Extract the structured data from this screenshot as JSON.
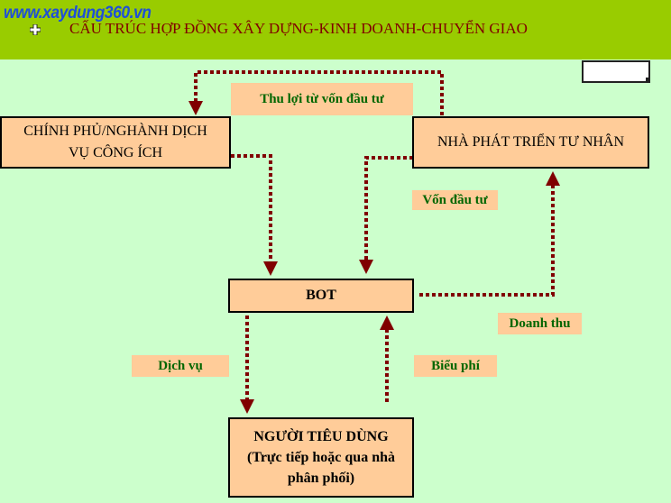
{
  "header": {
    "watermark": "www.xaydung360.vn",
    "title": "CẤU TRÚC HỢP ĐỒNG XÂY DỰNG-KINH DOANH-CHUYỂN GIAO"
  },
  "nodes": {
    "government": {
      "line1": "CHÍNH PHỦ/NGHÀNH DỊCH",
      "line2": "VỤ CÔNG ÍCH"
    },
    "developer": {
      "label": "NHÀ PHÁT TRIỂN TƯ NHÂN"
    },
    "bot": {
      "label": "BOT"
    },
    "consumer": {
      "line1": "NGƯỜI TIÊU DÙNG",
      "line2": "(Trực tiếp hoặc qua nhà",
      "line3": "phân phối)"
    }
  },
  "labels": {
    "profit": "Thu lợi từ vốn đầu tư",
    "investment": "Vốn đầu tư",
    "revenue": "Doanh thu",
    "service": "Dịch vụ",
    "tariff": "Biểu phí"
  },
  "colors": {
    "header_bg": "#99cc00",
    "canvas_bg": "#ccffcc",
    "box_fill": "#ffcc99",
    "arrow": "#800000",
    "label_text": "#006600"
  },
  "icons": {
    "header_marker": "plus-icon"
  }
}
